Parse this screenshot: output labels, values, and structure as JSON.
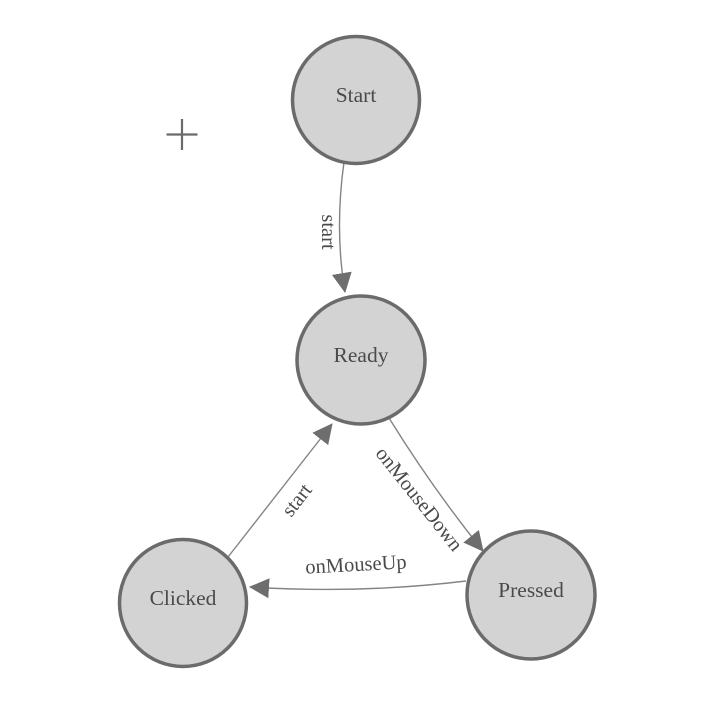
{
  "canvas": {
    "background": "#ffffff"
  },
  "colors": {
    "node_fill": "#d3d3d3",
    "node_stroke": "#6b6b6b",
    "edge_stroke": "#848484",
    "arrow_fill": "#6e6e6e",
    "label_text": "#4a4a4a",
    "cursor": "#6b6b6b"
  },
  "nodes": [
    {
      "id": "start",
      "label": "Start"
    },
    {
      "id": "ready",
      "label": "Ready"
    },
    {
      "id": "clicked",
      "label": "Clicked"
    },
    {
      "id": "pressed",
      "label": "Pressed"
    }
  ],
  "edges": [
    {
      "from": "Start",
      "to": "Ready",
      "label": "start"
    },
    {
      "from": "Ready",
      "to": "Pressed",
      "label": "onMouseDown"
    },
    {
      "from": "Pressed",
      "to": "Clicked",
      "label": "onMouseUp"
    },
    {
      "from": "Clicked",
      "to": "Ready",
      "label": "start"
    }
  ],
  "cursor": {
    "type": "crosshair"
  }
}
